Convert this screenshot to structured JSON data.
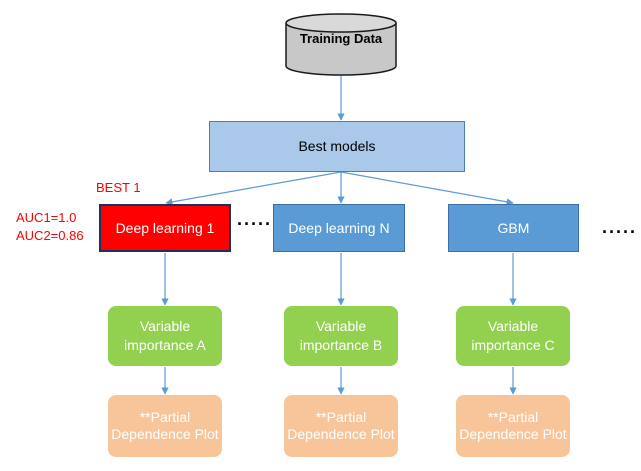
{
  "nodes": {
    "training_data": "Training Data",
    "best_models": "Best models",
    "models": [
      {
        "label": "Deep learning 1"
      },
      {
        "label": "Deep learning N"
      },
      {
        "label": "GBM"
      }
    ],
    "variable_importance": [
      "Variable importance A",
      "Variable importance B",
      "Variable importance C"
    ],
    "partial_dependence": [
      "**Partial Dependence Plot",
      "**Partial Dependence Plot",
      "**Partial Dependence Plot"
    ]
  },
  "annotations": {
    "best": "BEST 1",
    "auc1": "AUC1=1.0",
    "auc2": "AUC2=0.86",
    "ellipsis_middle": "·····",
    "ellipsis_right": "·····"
  },
  "colors": {
    "database": "#c8c8c8",
    "best_models": "#a9c8ea",
    "model_blue": "#5b9bd5",
    "model_highlight": "#ff0000",
    "variable_importance": "#92d050",
    "partial_dependence": "#f8c49a",
    "connector": "#5b9bd5",
    "annotation": "#ff0000"
  }
}
